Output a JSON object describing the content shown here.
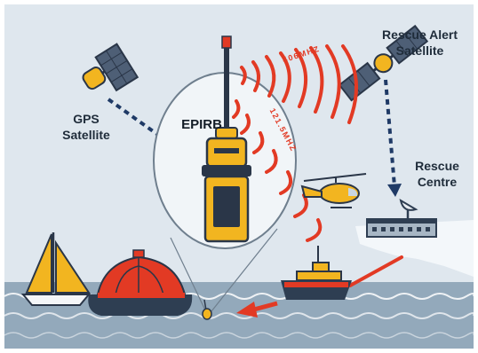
{
  "labels": {
    "gps_satellite": [
      "GPS",
      "Satellite"
    ],
    "epirb": "EPIRB",
    "rescue_alert_satellite": [
      "Rescue Alert",
      "Satellite"
    ],
    "rescue_centre": [
      "Rescue",
      "Centre"
    ],
    "wave_text_upper": "406MHZ",
    "wave_text_lower": "121.5MHZ"
  },
  "colors": {
    "sky": "#dfe7ee",
    "sea": "#93a9bb",
    "signal_red": "#e23a24",
    "beacon_yellow": "#f2b520",
    "satellite_panel": "#4e5f76",
    "ice": "#f3f7fa",
    "arrow_navy": "#1f3a66"
  },
  "icons": [
    "gps-satellite-icon",
    "rescue-alert-satellite-icon",
    "epirb-beacon-icon",
    "helicopter-icon",
    "lifeboat-icon",
    "life-raft-icon",
    "sailboat-icon",
    "rescue-centre-building-icon",
    "satellite-dish-icon"
  ]
}
